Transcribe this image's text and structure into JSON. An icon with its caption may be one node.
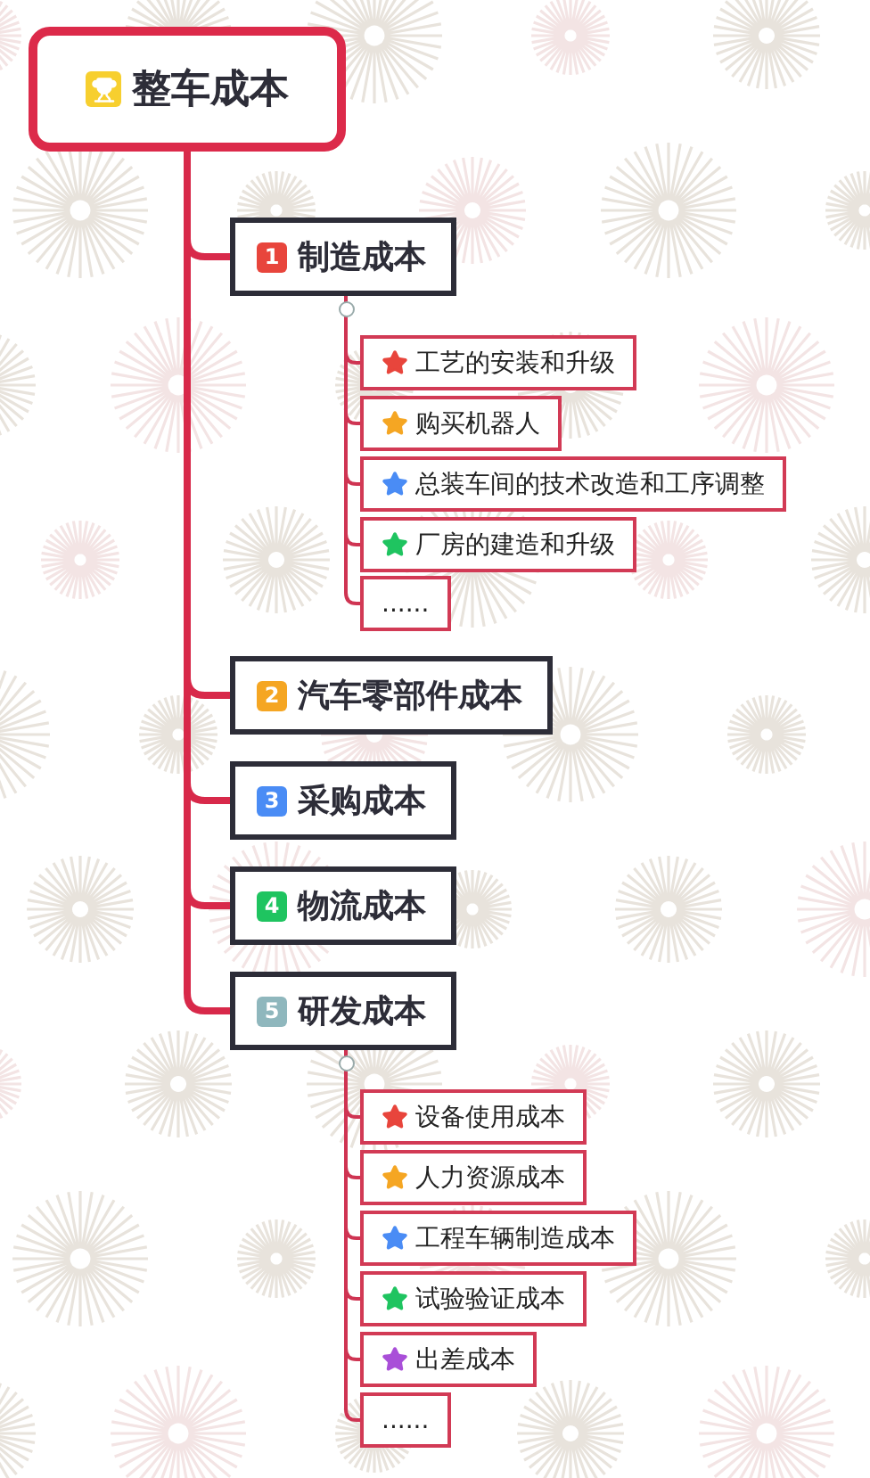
{
  "diagram": {
    "nodes": [
      {
        "text": [
          "整车成本"
        ]
      },
      {
        "text": [
          "1",
          "制造成本"
        ]
      },
      {
        "text": [
          "工艺的安装和升级"
        ]
      },
      {
        "text": [
          "购买机器人"
        ]
      },
      {
        "text": [
          "总装车间的技术改造和工序调整"
        ]
      },
      {
        "text": [
          "厂房的建造和升级"
        ]
      },
      {
        "text": [
          "......"
        ]
      },
      {
        "text": [
          "2",
          "汽车零部件成本"
        ]
      },
      {
        "text": [
          "3",
          "采购成本"
        ]
      },
      {
        "text": [
          "4",
          "物流成本"
        ]
      },
      {
        "text": [
          "5",
          "研发成本"
        ]
      },
      {
        "text": [
          "设备使用成本"
        ]
      },
      {
        "text": [
          "人力资源成本"
        ]
      },
      {
        "text": [
          "工程车辆制造成本"
        ]
      },
      {
        "text": [
          "试验验证成本"
        ]
      },
      {
        "text": [
          "出差成本"
        ]
      },
      {
        "text": [
          "......"
        ]
      }
    ],
    "edges": [
      {
        "from": 0,
        "to": 1,
        "arrow": "none",
        "style": "thick"
      },
      {
        "from": 0,
        "to": 7,
        "arrow": "none",
        "style": "thick"
      },
      {
        "from": 0,
        "to": 8,
        "arrow": "none",
        "style": "thick"
      },
      {
        "from": 0,
        "to": 9,
        "arrow": "none",
        "style": "thick"
      },
      {
        "from": 0,
        "to": 10,
        "arrow": "none",
        "style": "thick"
      },
      {
        "from": 1,
        "to": 2,
        "arrow": "none"
      },
      {
        "from": 1,
        "to": 3,
        "arrow": "none"
      },
      {
        "from": 1,
        "to": 4,
        "arrow": "none"
      },
      {
        "from": 1,
        "to": 5,
        "arrow": "none"
      },
      {
        "from": 1,
        "to": 6,
        "arrow": "none"
      },
      {
        "from": 10,
        "to": 11,
        "arrow": "none"
      },
      {
        "from": 10,
        "to": 12,
        "arrow": "none"
      },
      {
        "from": 10,
        "to": 13,
        "arrow": "none"
      },
      {
        "from": 10,
        "to": 14,
        "arrow": "none"
      },
      {
        "from": 10,
        "to": 15,
        "arrow": "none"
      },
      {
        "from": 10,
        "to": 16,
        "arrow": "none"
      }
    ]
  }
}
